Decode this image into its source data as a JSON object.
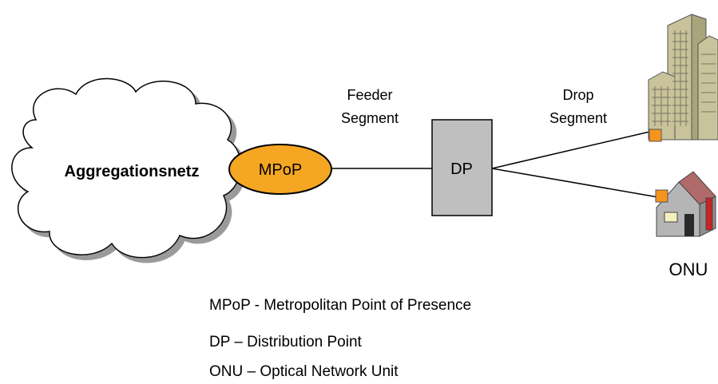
{
  "nodes": {
    "aggregation": "Aggregationsnetz",
    "mpop": "MPoP",
    "dp": "DP",
    "onu": "ONU"
  },
  "segments": {
    "feeder_line1": "Feeder",
    "feeder_line2": "Segment",
    "drop_line1": "Drop",
    "drop_line2": "Segment"
  },
  "legend": [
    "MPoP - Metropolitan Point of Presence",
    "DP – Distribution Point",
    "ONU – Optical Network Unit"
  ],
  "colors": {
    "mpop_fill": "#f5a623",
    "dp_fill": "#bfbfbf",
    "onu_port": "#f7941d",
    "building": "#c8c39a",
    "house_roof": "#b06a6a"
  }
}
